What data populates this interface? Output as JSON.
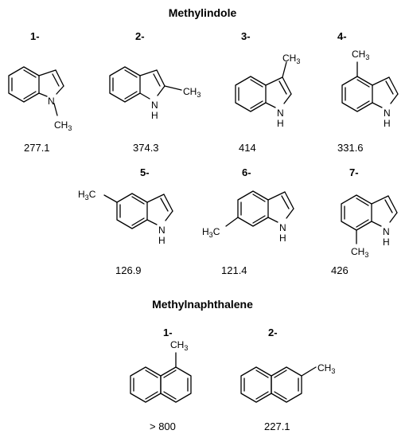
{
  "section_methylindole": "Methylindole",
  "section_methylnaphthalene": "Methylnaphthalene",
  "labels": {
    "ch3": "CH",
    "h3c": "H",
    "c": "C",
    "sub3": "3",
    "n": "N",
    "h": "H"
  },
  "indoles": [
    {
      "id": "1-",
      "value": "277.1"
    },
    {
      "id": "2-",
      "value": "374.3"
    },
    {
      "id": "3-",
      "value": "414"
    },
    {
      "id": "4-",
      "value": "331.6"
    },
    {
      "id": "5-",
      "value": "126.9"
    },
    {
      "id": "6-",
      "value": "121.4"
    },
    {
      "id": "7-",
      "value": "426"
    }
  ],
  "naphthalenes": [
    {
      "id": "1-",
      "value": "> 800"
    },
    {
      "id": "2-",
      "value": "227.1"
    }
  ]
}
